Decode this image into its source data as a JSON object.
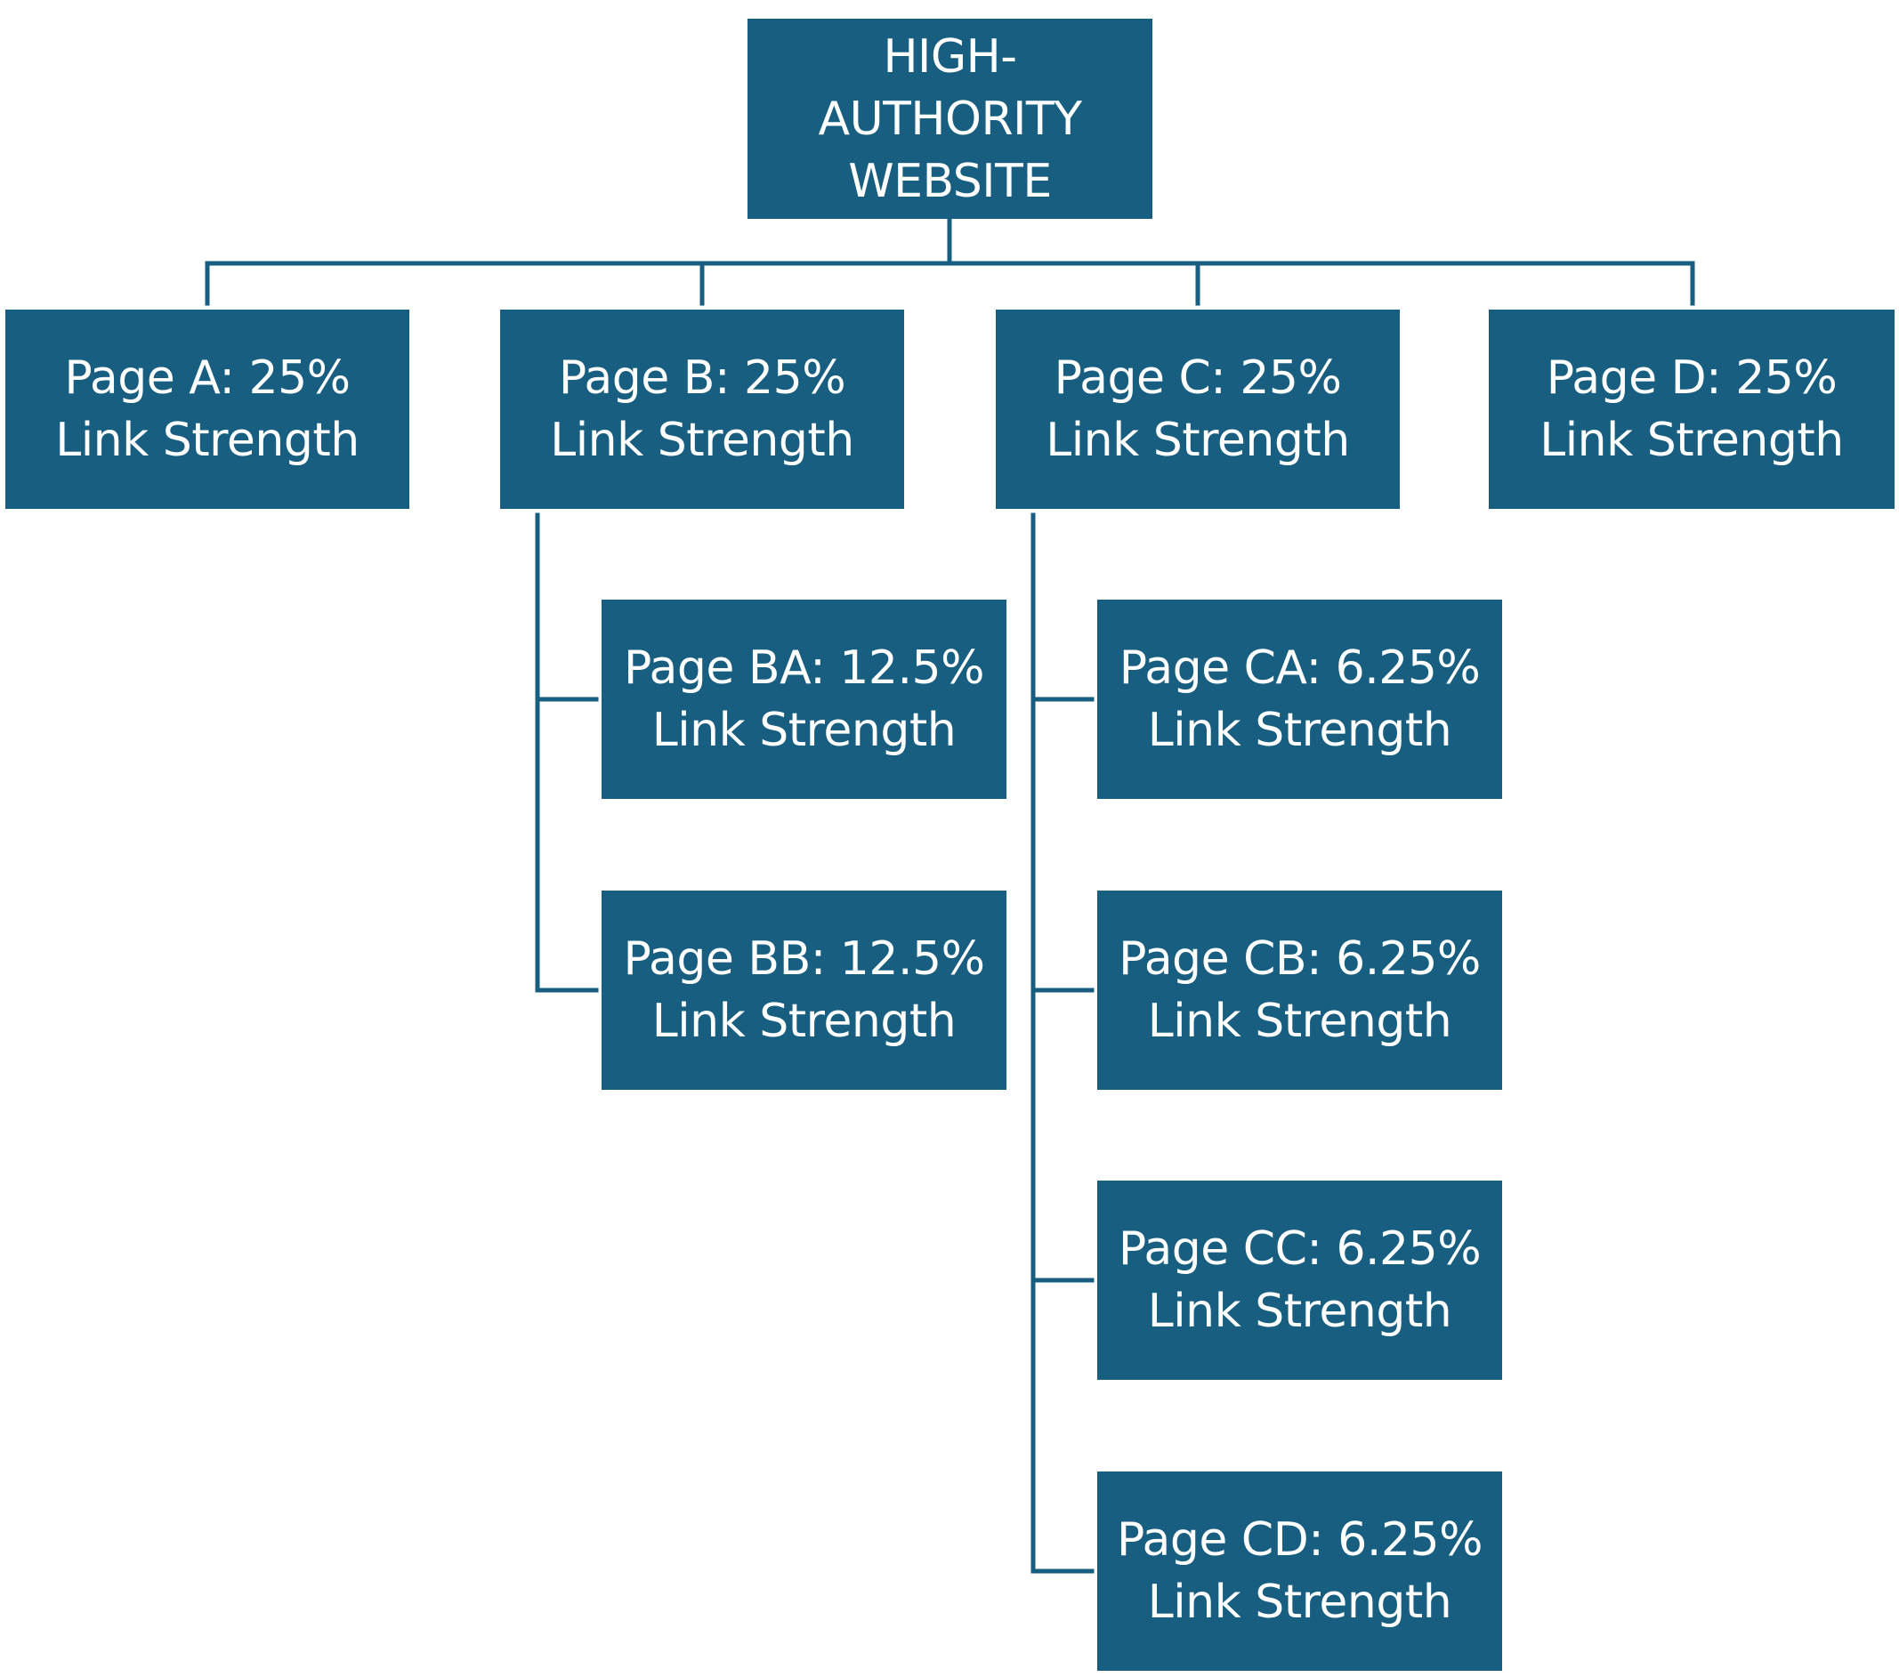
{
  "colors": {
    "node_fill": "#175e80",
    "node_text": "#ffffff",
    "connector": "#175e80",
    "background": "#ffffff"
  },
  "root": {
    "line1": "HIGH-",
    "line2": "AUTHORITY",
    "line3": "WEBSITE"
  },
  "level1": [
    {
      "id": "A",
      "label": "Page A: 25%",
      "sub": "Link Strength"
    },
    {
      "id": "B",
      "label": "Page B: 25%",
      "sub": "Link Strength"
    },
    {
      "id": "C",
      "label": "Page C: 25%",
      "sub": "Link Strength"
    },
    {
      "id": "D",
      "label": "Page D: 25%",
      "sub": "Link Strength"
    }
  ],
  "children_b": [
    {
      "id": "BA",
      "label": "Page BA: 12.5%",
      "sub": "Link Strength"
    },
    {
      "id": "BB",
      "label": "Page BB: 12.5%",
      "sub": "Link Strength"
    }
  ],
  "children_c": [
    {
      "id": "CA",
      "label": "Page CA: 6.25%",
      "sub": "Link Strength"
    },
    {
      "id": "CB",
      "label": "Page CB: 6.25%",
      "sub": "Link Strength"
    },
    {
      "id": "CC",
      "label": "Page CC: 6.25%",
      "sub": "Link Strength"
    },
    {
      "id": "CD",
      "label": "Page CD: 6.25%",
      "sub": "Link Strength"
    }
  ]
}
